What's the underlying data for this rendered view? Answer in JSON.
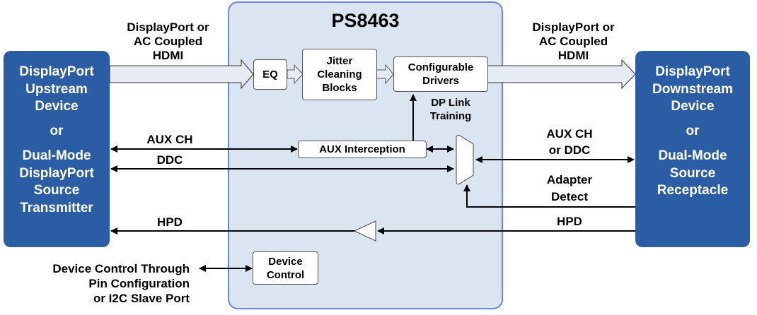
{
  "chip": {
    "title": "PS8463",
    "blocks": {
      "eq": "EQ",
      "jitter": [
        "Jitter",
        "Cleaning",
        "Blocks"
      ],
      "drivers": [
        "Configurable",
        "Drivers"
      ],
      "aux_interception": "AUX Interception",
      "device_control": [
        "Device",
        "Control"
      ]
    },
    "dp_link_training": [
      "DP Link",
      "Training"
    ]
  },
  "upstream": {
    "lines_a": [
      "DisplayPort",
      "Upstream",
      "Device"
    ],
    "or": "or",
    "lines_b": [
      "Dual-Mode",
      "DisplayPort",
      "Source",
      "Transmitter"
    ]
  },
  "downstream": {
    "lines_a": [
      "DisplayPort",
      "Downstream",
      "Device"
    ],
    "or": "or",
    "lines_b": [
      "Dual-Mode",
      "Source",
      "Receptacle"
    ]
  },
  "signals": {
    "main_in": [
      "DisplayPort or",
      "AC Coupled",
      "HDMI"
    ],
    "main_out": [
      "DisplayPort or",
      "AC Coupled",
      "HDMI"
    ],
    "aux_ch": "AUX CH",
    "ddc": "DDC",
    "hpd_left": "HPD",
    "aux_or_ddc": [
      "AUX CH",
      "or DDC"
    ],
    "adapter_detect": [
      "Adapter",
      "Detect"
    ],
    "hpd_right": "HPD",
    "device_control_ext": [
      "Device Control Through",
      "Pin Configuration",
      "or I2C Slave Port"
    ]
  },
  "colors": {
    "device_blue": "#2b5da5",
    "chip_fill": "#dae5f1",
    "chip_border": "#6a86e6",
    "bus_fill": "#e6ebf3"
  }
}
